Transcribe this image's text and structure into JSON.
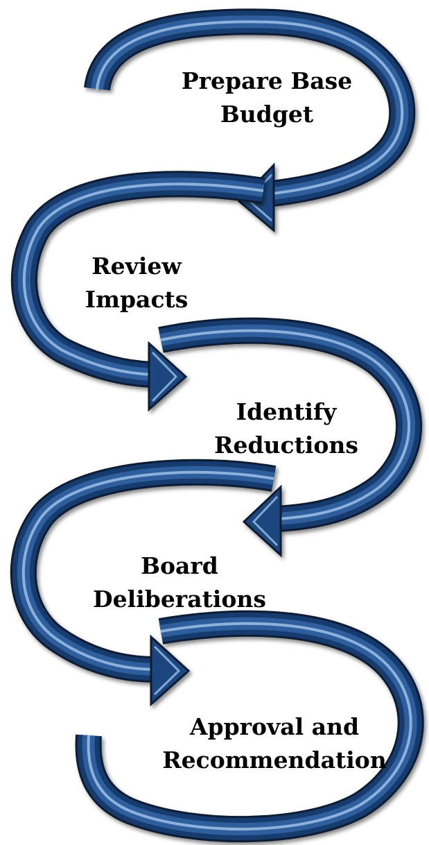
{
  "steps": [
    {
      "line1": "Prepare Base",
      "line2": "Budget"
    },
    {
      "line1": "Review",
      "line2": "Impacts"
    },
    {
      "line1": "Identify",
      "line2": "Reductions"
    },
    {
      "line1": "Board",
      "line2": "Deliberations"
    },
    {
      "line1": "Approval and",
      "line2": "Recommendation"
    }
  ],
  "colors": {
    "arrow_dark": "#173a6e",
    "arrow_mid": "#2d5f9c",
    "arrow_highlight": "#9cc0e8",
    "outline": "#0f1e33",
    "text": "#000000"
  }
}
